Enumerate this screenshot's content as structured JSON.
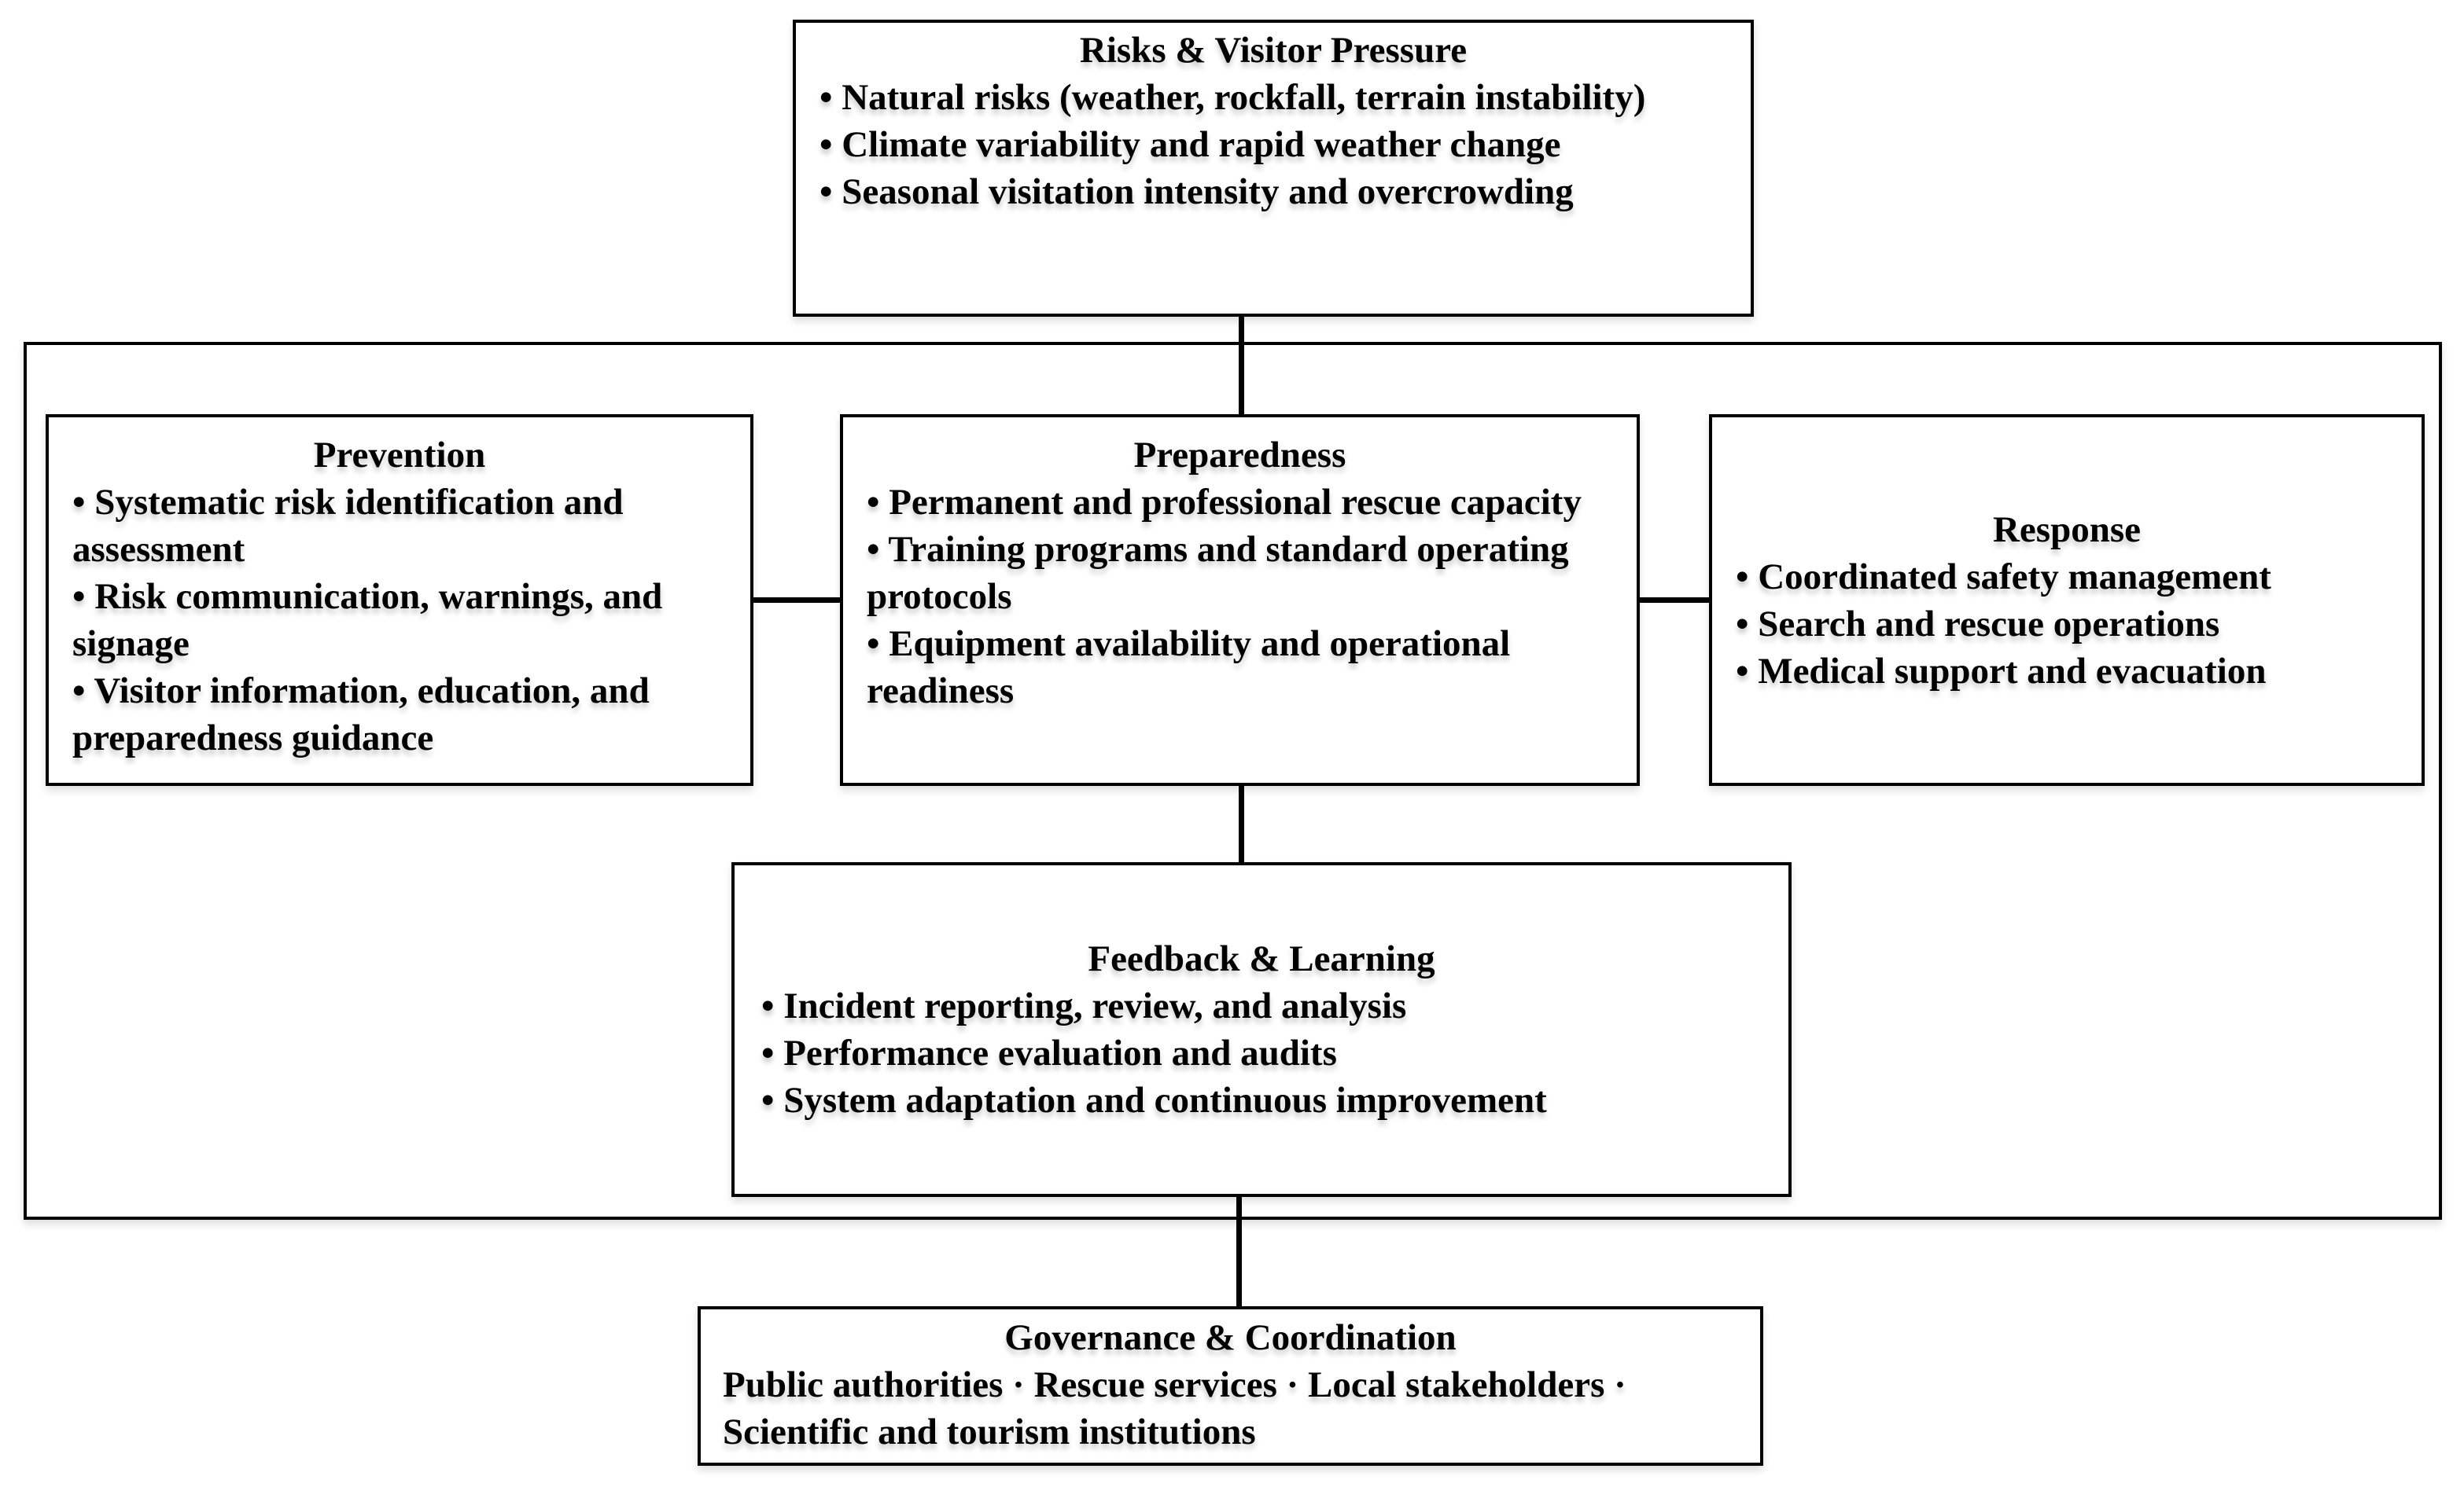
{
  "diagram": {
    "colors": {
      "border": "#000000",
      "background": "#ffffff",
      "text": "#000000"
    },
    "boxes": {
      "risks": {
        "title": "Risks & Visitor Pressure",
        "bullets": [
          "• Natural risks (weather, rockfall, terrain instability)",
          "• Climate variability and rapid weather change",
          "• Seasonal visitation intensity and overcrowding"
        ]
      },
      "prevention": {
        "title": "Prevention",
        "bullets": [
          "• Systematic risk identification and assessment",
          "• Risk communication, warnings, and signage",
          "• Visitor information, education, and preparedness guidance"
        ]
      },
      "preparedness": {
        "title": "Preparedness",
        "bullets": [
          "• Permanent and professional rescue capacity",
          "• Training programs and standard operating protocols",
          "• Equipment availability and operational readiness"
        ]
      },
      "response": {
        "title": "Response",
        "bullets": [
          "• Coordinated safety management",
          "• Search and rescue operations",
          "• Medical support and evacuation"
        ]
      },
      "feedback": {
        "title": "Feedback & Learning",
        "bullets": [
          "• Incident reporting, review, and analysis",
          "• Performance evaluation and audits",
          "• System adaptation and continuous improvement"
        ]
      },
      "governance": {
        "title": "Governance & Coordination",
        "body": "Public authorities · Rescue services · Local stakeholders · Scientific and tourism institutions"
      }
    }
  }
}
